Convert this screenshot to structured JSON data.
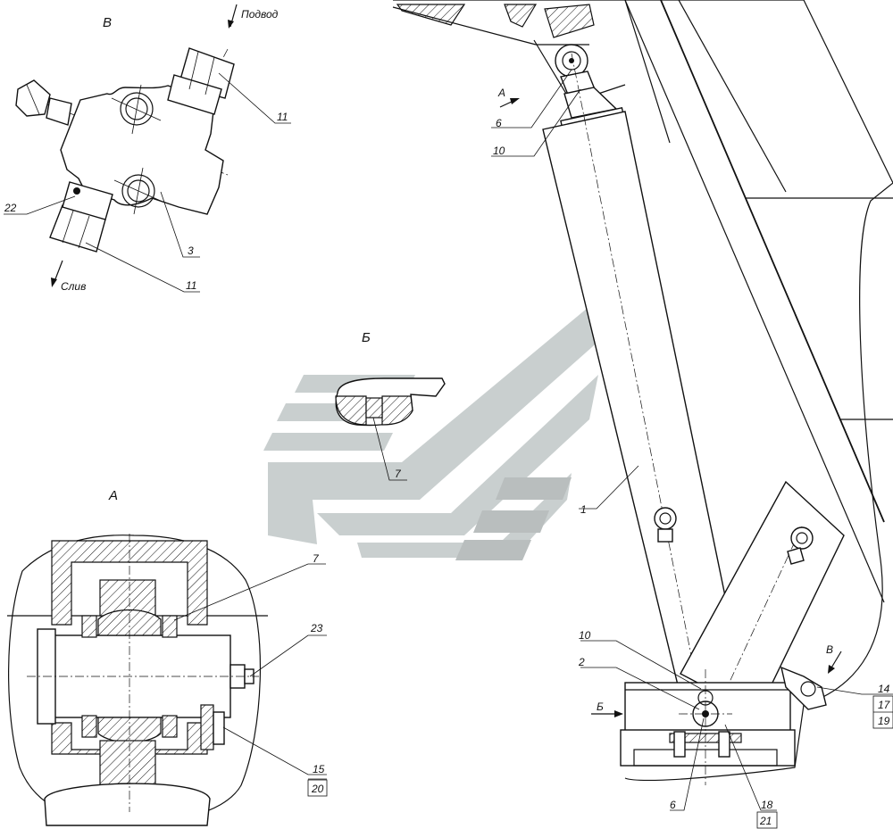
{
  "views": {
    "V": "В",
    "A": "А",
    "B": "Б",
    "arrow_A": "А",
    "arrow_B": "Б",
    "arrow_V": "В"
  },
  "flow": {
    "supply": "Подвод",
    "drain": "Слив"
  },
  "callouts": {
    "c1": "1",
    "c2": "2",
    "c3": "3",
    "c6_top": "6",
    "c6_bottom": "6",
    "c7_b": "7",
    "c7_a": "7",
    "c10_top": "10",
    "c10_bottom": "10",
    "c11_top": "11",
    "c11_bottom": "11",
    "c14": "14",
    "c15": "15",
    "c17": "17",
    "c18": "18",
    "c19": "19",
    "c20": "20",
    "c21": "21",
    "c22": "22",
    "c23": "23"
  },
  "colors": {
    "line": "#111111",
    "watermark": "#c9cfcf",
    "background": "#ffffff"
  }
}
